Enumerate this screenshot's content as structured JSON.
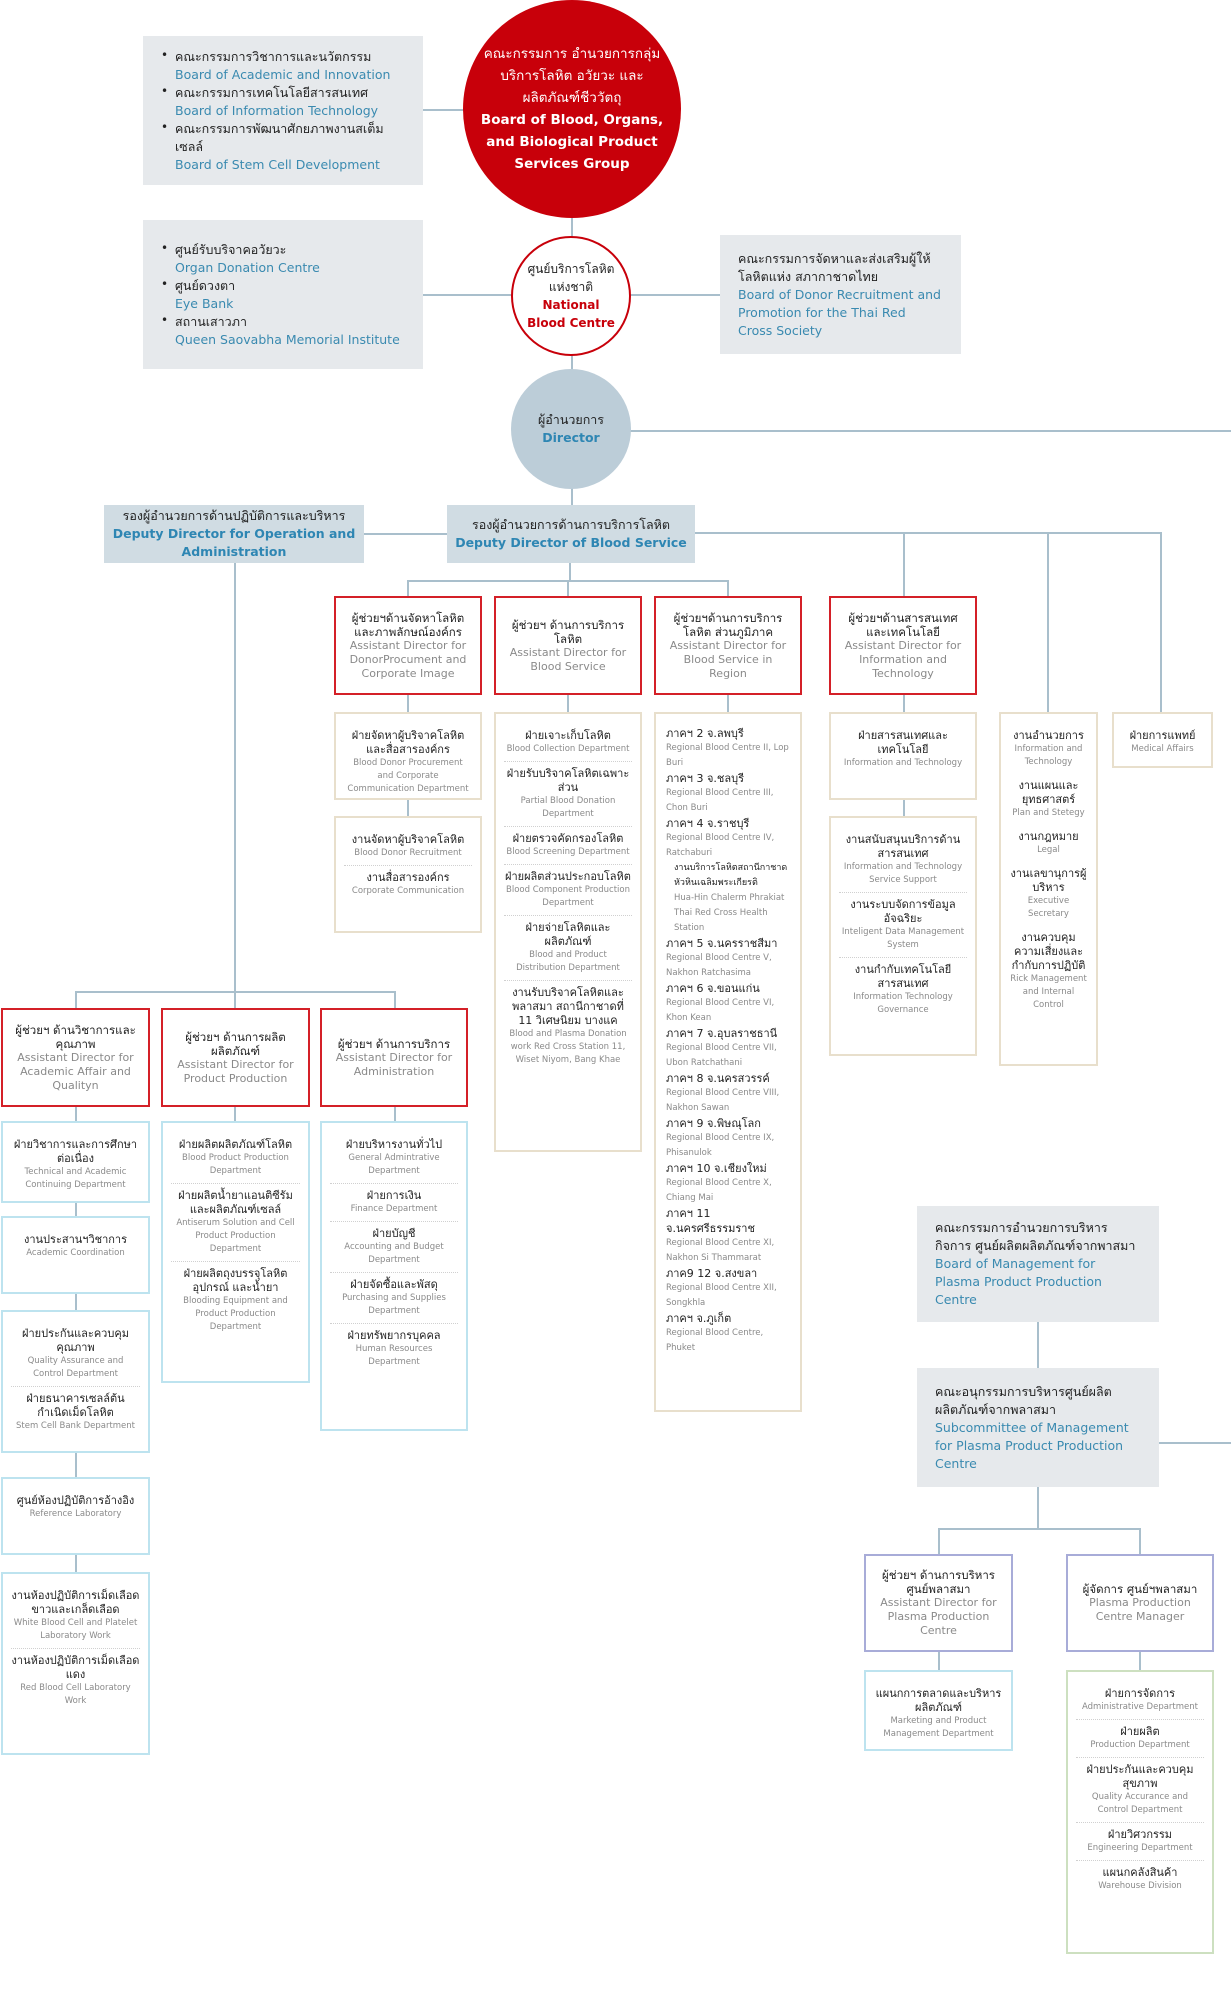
{
  "nodes": {
    "committees_top": {
      "bullets": [
        {
          "th": "คณะกรรมการวิชาการและนวัตกรรม",
          "en": "Board of Academic and Innovation"
        },
        {
          "th": "คณะกรรมการเทคโนโลยีสารสนเทศ",
          "en": "Board of Information Technology"
        },
        {
          "th": "คณะกรรมการพัฒนาศักยภาพงานสเต็มเซลล์",
          "en": "Board of Stem Cell Development"
        }
      ]
    },
    "board_main": {
      "th": "คณะกรรมการ อำนวยการกลุ่มบริการโลหิต อวัยวะ และผลิตภัณฑ์ชีววัตถุ",
      "en": "Board of Blood, Organs, and Biological Product Services Group"
    },
    "centres": {
      "bullets": [
        {
          "th": "ศูนย์รับบริจาคอวัยวะ",
          "en": "Organ Donation Centre"
        },
        {
          "th": "ศูนย์ดวงตา",
          "en": "Eye Bank"
        },
        {
          "th": "สถานเสาวภา",
          "en": "Queen Saovabha Memorial Institute"
        }
      ]
    },
    "nbc": {
      "th": "ศูนย์บริการโลหิตแห่งชาติ",
      "en": "National Blood Centre"
    },
    "donor_board": {
      "th": "คณะกรรมการจัดหาและส่งเสริมผู้ให้โลหิตแห่ง สภากาชาดไทย",
      "en": "Board of Donor Recruitment and Promotion for the Thai Red Cross Society"
    },
    "director": {
      "th": "ผู้อำนวยการ",
      "en": "Director"
    },
    "deputy_ops": {
      "th": "รองผู้อำนวยการด้านปฏิบัติการและบริหาร",
      "en": "Deputy Director for Operation and Administration"
    },
    "deputy_blood": {
      "th": "รองผู้อำนวยการด้านการบริการโลหิต",
      "en": "Deputy Director of Blood Service"
    },
    "asst_donor": {
      "th": "ผู้ช่วยฯด้านจัดหาโลหิตและภาพลักษณ์องค์กร",
      "en": "Assistant Director for DonorProcument and Corporate Image"
    },
    "asst_blood": {
      "th": "ผู้ช่วยฯ ด้านการบริการโลหิต",
      "en": "Assistant Director for Blood Service"
    },
    "asst_region": {
      "th": "ผู้ช่วยฯด้านการบริการโลหิต ส่วนภูมิภาค",
      "en": "Assistant Director for Blood Service in Region"
    },
    "asst_it": {
      "th": "ผู้ช่วยฯด้านสารสนเทศและเทคโนโลยี",
      "en": "Assistant Director for Information and Technology"
    },
    "dept_donor_a": {
      "items": [
        {
          "th": "ฝ่ายจัดหาผู้บริจาคโลหิตและสื่อสารองค์กร",
          "en": "Blood Donor Procurement and Corporate Communication Department"
        }
      ]
    },
    "dept_donor_b": {
      "items": [
        {
          "th": "งานจัดหาผู้บริจาคโลหิต",
          "en": "Blood Donor Recruitment"
        },
        {
          "th": "งานสื่อสารองค์กร",
          "en": "Corporate Communication"
        }
      ]
    },
    "dept_blood": {
      "items": [
        {
          "th": "ฝ่ายเจาะเก็บโลหิต",
          "en": "Blood Collection Department"
        },
        {
          "th": "ฝ่ายรับบริจาคโลหิตเฉพาะส่วน",
          "en": "Partial Blood Donation Department"
        },
        {
          "th": "ฝ่ายตรวจคัดกรองโลหิต",
          "en": "Blood Screening Department"
        },
        {
          "th": "ฝ่ายผลิตส่วนประกอบโลหิต",
          "en": "Blood Component Production Department"
        },
        {
          "th": "ฝ่ายจ่ายโลหิตและผลิตภัณฑ์",
          "en": "Blood and Product Distribution Department"
        },
        {
          "th": "งานรับบริจาคโลหิตและพลาสมา สถานีกาชาดที่ 11 วิเศษนิยม บางแค",
          "en": "Blood and Plasma Donation work Red Cross Station 11, Wiset Niyom, Bang Khae"
        }
      ]
    },
    "dept_region": {
      "items": [
        {
          "th": "ภาคฯ 2 จ.ลพบุรี",
          "en": "Regional Blood Centre II, Lop Buri"
        },
        {
          "th": "ภาคฯ 3 จ.ชลบุรี",
          "en": "Regional Blood Centre III, Chon Buri"
        },
        {
          "th": "ภาคฯ 4 จ.ราชบุรี",
          "en": "Regional Blood Centre IV, Ratchaburi"
        },
        {
          "th": "งานบริการโลหิตสถานีกาชาดหัวหินเฉลิมพระเกียรติ",
          "en": "Hua-Hin Chalerm Phrakiat Thai Red Cross Health Station",
          "sub": true
        },
        {
          "th": "ภาคฯ 5 จ.นครราชสีมา",
          "en": "Regional Blood Centre V, Nakhon Ratchasima"
        },
        {
          "th": "ภาคฯ 6 จ.ขอนแก่น",
          "en": "Regional Blood Centre VI, Khon Kean"
        },
        {
          "th": "ภาคฯ 7 จ.อุบลราชธานี",
          "en": "Regional Blood Centre VII, Ubon Ratchathani"
        },
        {
          "th": "ภาคฯ 8 จ.นครสวรรค์",
          "en": "Regional Blood Centre VIII, Nakhon Sawan"
        },
        {
          "th": "ภาคฯ 9 จ.พิษณุโลก",
          "en": "Regional Blood Centre IX, Phisanulok"
        },
        {
          "th": "ภาคฯ 10 จ.เชียงใหม่",
          "en": "Regional Blood Centre X, Chiang Mai"
        },
        {
          "th": "ภาคฯ 11 จ.นครศรีธรรมราช",
          "en": "Regional Blood Centre XI, Nakhon Si Thammarat"
        },
        {
          "th": "ภาค9 12 จ.สงขลา",
          "en": "Regional Blood Centre XII, Songkhla"
        },
        {
          "th": "ภาคฯ จ.ภูเก็ต",
          "en": "Regional Blood Centre, Phuket"
        }
      ]
    },
    "dept_it_a": {
      "items": [
        {
          "th": "ฝ่ายสารสนเทศและเทคโนโลยี",
          "en": "Information and Technology"
        }
      ]
    },
    "dept_it_b": {
      "items": [
        {
          "th": "งานสนับสนุนบริการด้านสารสนเทศ",
          "en": "Information and Technology Service Support"
        },
        {
          "th": "งานระบบจัดการข้อมูลอัจฉริยะ",
          "en": "Inteligent Data Management System"
        },
        {
          "th": "งานกำกับเทคโนโลยีสารสนเทศ",
          "en": "Information Technology Governance"
        }
      ]
    },
    "dept_office": {
      "items": [
        {
          "th": "งานอำนวยการ",
          "en": "Information and Technology"
        },
        {
          "th": "งานแผนและยุทธศาสตร์",
          "en": "Plan and Stetegy"
        },
        {
          "th": "งานกฎหมาย",
          "en": "Legal"
        },
        {
          "th": "งานเลขานุการผู้บริหาร",
          "en": "Executive Secretary"
        },
        {
          "th": "งานควบคุมความเสี่ยงและกำกับการปฏิบัติ",
          "en": "Rick Management and Internal Control"
        }
      ]
    },
    "dept_medical": {
      "items": [
        {
          "th": "ฝ่ายการแพทย์",
          "en": "Medical Affairs"
        }
      ]
    },
    "asst_academic": {
      "th": "ผู้ช่วยฯ ด้านวิชาการและคุณภาพ",
      "en": "Assistant Director for Academic Affair and Qualityn"
    },
    "asst_product": {
      "th": "ผู้ช่วยฯ ด้านการผลิตผลิตภัณฑ์",
      "en": "Assistant Director for Product Production"
    },
    "asst_admin": {
      "th": "ผู้ช่วยฯ ด้านการบริการ",
      "en": "Assistant Director for Administration"
    },
    "dept_acad_1": {
      "items": [
        {
          "th": "ฝ่ายวิชาการและการศึกษาต่อเนื่อง",
          "en": "Technical and Academic Continuing Department"
        }
      ]
    },
    "dept_acad_2": {
      "items": [
        {
          "th": "งานประสานฯวิชาการ",
          "en": "Academic Coordination"
        }
      ]
    },
    "dept_acad_3": {
      "items": [
        {
          "th": "ฝ่ายประกันและควบคุมคุณภาพ",
          "en": "Quality Assurance and Control Department"
        },
        {
          "th": "ฝ่ายธนาคารเซลล์ต้นกำเนิดเม็ดโลหิต",
          "en": "Stem Cell Bank Department"
        }
      ]
    },
    "dept_acad_4": {
      "items": [
        {
          "th": "ศูนย์ห้องปฏิบัติการอ้างอิง",
          "en": "Reference Laboratory"
        }
      ]
    },
    "dept_acad_5": {
      "items": [
        {
          "th": "งานห้องปฏิบัติการเม็ดเลือดขาวและเกล็ดเลือด",
          "en": "White Blood Cell and Platelet Laboratory Work"
        },
        {
          "th": "งานห้องปฏิบัติการเม็ดเลือดแดง",
          "en": "Red Blood Cell Laboratory Work"
        }
      ]
    },
    "dept_product": {
      "items": [
        {
          "th": "ฝ่ายผลิตผลิตภัณฑ์โลหิต",
          "en": "Blood Product Production Department"
        },
        {
          "th": "ฝ่ายผลิตน้ำยาแอนติซีรัมและผลิตภัณฑ์เซลล์",
          "en": "Antiserum Solution and Cell Product Production Department"
        },
        {
          "th": "ฝ่ายผลิตถุงบรรจุโลหิต อุปกรณ์ และน้ำยา",
          "en": "Blooding Equipment and Product Production Department"
        }
      ]
    },
    "dept_admin": {
      "items": [
        {
          "th": "ฝ่ายบริหารงานทั่วไป",
          "en": "General Admintrative Department"
        },
        {
          "th": "ฝ่ายการเงิน",
          "en": "Finance Department"
        },
        {
          "th": "ฝ่ายบัญชี",
          "en": "Accounting and Budget Department"
        },
        {
          "th": "ฝ่ายจัดซื้อและพัสดุ",
          "en": "Purchasing and Supplies Department"
        },
        {
          "th": "ฝ่ายทรัพยากรบุคคล",
          "en": "Human Resources Department"
        }
      ]
    },
    "plasma_board": {
      "th": "คณะกรรมการอำนวยการบริหารกิจการ ศูนย์ผลิตผลิตภัณฑ์จากพาสมา",
      "en": "Board of Management for Plasma Product Production Centre"
    },
    "plasma_sub": {
      "th": "คณะอนุกรรมการบริหารศูนย์ผลิตผลิตภัณฑ์จากพลาสมา",
      "en": "Subcommittee of Management for Plasma Product Production Centre"
    },
    "asst_plasma": {
      "th": "ผู้ช่วยฯ ด้านการบริหารศูนย์พลาสมา",
      "en": "Assistant Director for Plasma Production Centre"
    },
    "plasma_manager": {
      "th": "ผู้จัดการ ศูนย์ฯพลาสมา",
      "en": "Plasma Production Centre Manager"
    },
    "dept_marketing": {
      "items": [
        {
          "th": "แผนกการตลาดและบริหารผลิตภัณฑ์",
          "en": "Marketing and Product Management Department"
        }
      ]
    },
    "dept_plasma": {
      "items": [
        {
          "th": "ฝ่ายการจัดการ",
          "en": "Administrative Department"
        },
        {
          "th": "ฝ่ายผลิต",
          "en": "Production Department"
        },
        {
          "th": "ฝ่ายประกันและควบคุมสุขภาพ",
          "en": "Quality Accurance and Control Department"
        },
        {
          "th": "ฝ่ายวิศวกรรม",
          "en": "Engineering Department"
        },
        {
          "th": "แผนกคลังสินค้า",
          "en": "Warehouse Division"
        }
      ]
    }
  },
  "colors": {
    "brand_red": "#c8000a",
    "accent_blue": "#2e86b3",
    "connector": "#a9bfcc"
  }
}
